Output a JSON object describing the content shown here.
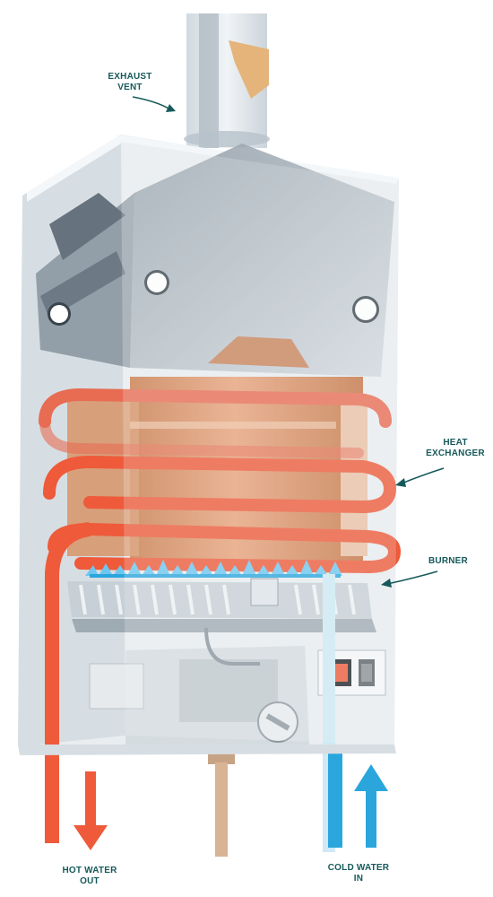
{
  "labels": {
    "exhaust_vent": [
      "EXHAUST",
      "VENT"
    ],
    "heat_exchanger": [
      "HEAT",
      "EXCHANGER"
    ],
    "burner": [
      "BURNER"
    ],
    "hot_water_out": [
      "HOT WATER",
      "OUT"
    ],
    "cold_water_in": [
      "COLD WATER",
      "IN"
    ]
  },
  "colors": {
    "label_text": "#16595a",
    "hot_pipe": "#ee5a3a",
    "cold_pipe": "#2aa6dd",
    "copper": "#d99160",
    "flame": "#6ec6f0",
    "enclosure": "#dde4e9"
  }
}
